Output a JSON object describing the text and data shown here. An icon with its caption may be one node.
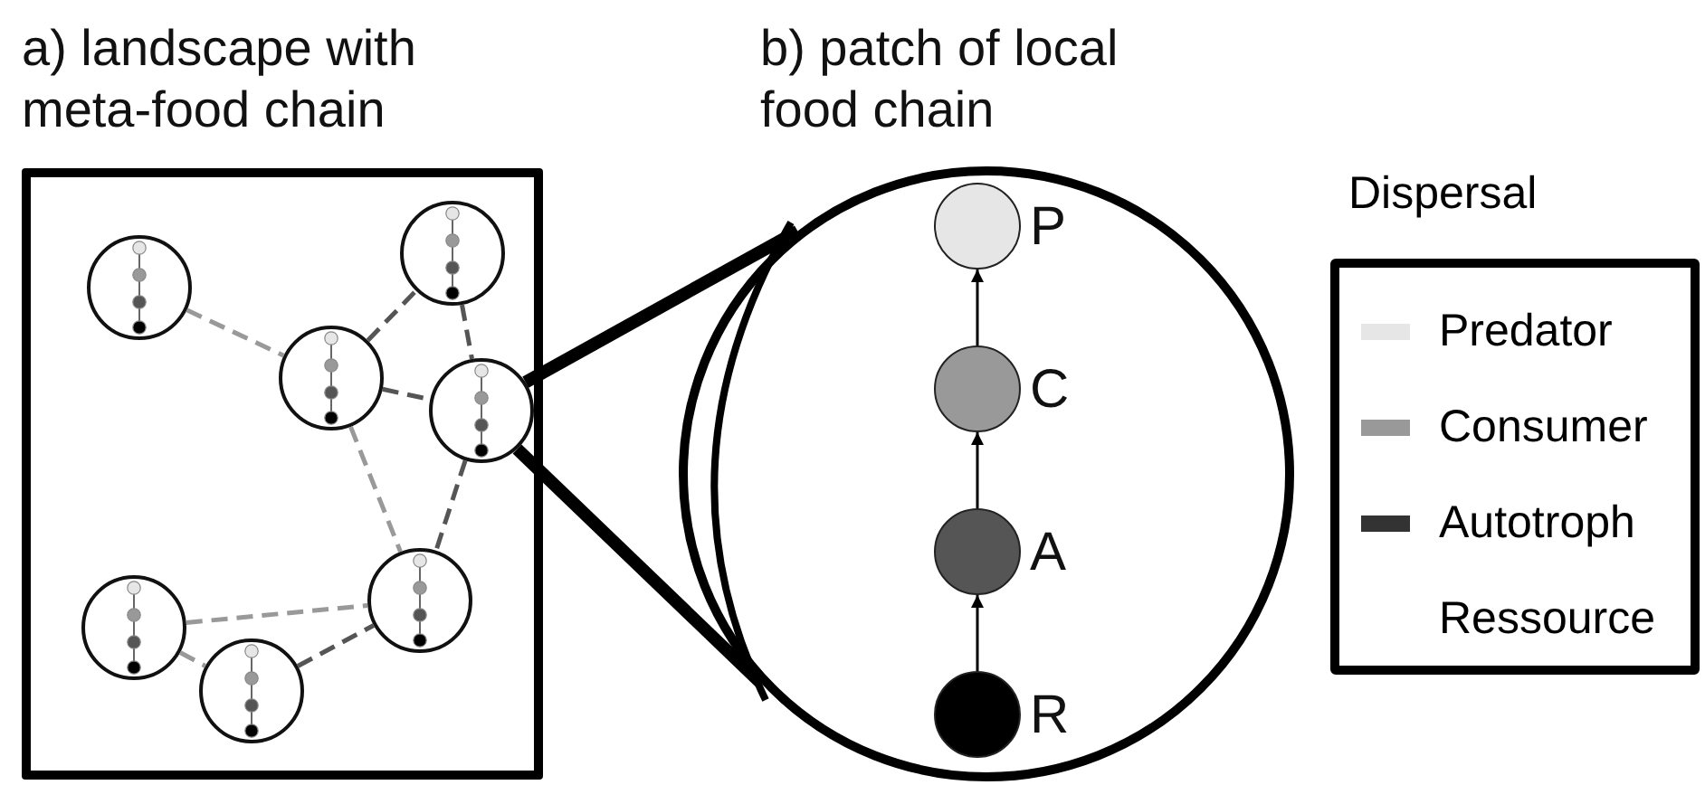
{
  "diagram": {
    "nodes": [
      {
        "text": [
          "a) landscape with meta-food chain"
        ]
      },
      {
        "text": [],
        "shape": "circle",
        "in": 0
      },
      {
        "text": [],
        "shape": "circle",
        "in": 0
      },
      {
        "text": [],
        "shape": "circle",
        "in": 0
      },
      {
        "text": [],
        "shape": "circle",
        "in": 0
      },
      {
        "text": [],
        "shape": "circle",
        "in": 0
      },
      {
        "text": [],
        "shape": "circle",
        "in": 0
      },
      {
        "text": [],
        "shape": "circle",
        "in": 0
      },
      {
        "text": [
          "b) patch of local food chain"
        ]
      },
      {
        "text": [
          "P"
        ],
        "in": 8
      },
      {
        "text": [
          "C"
        ],
        "in": 8
      },
      {
        "text": [
          "A"
        ],
        "in": 8
      },
      {
        "text": [
          "R"
        ],
        "in": 8
      }
    ],
    "edges": [
      {
        "from": 1,
        "to": 3,
        "arrow": "none",
        "style": "dashed"
      },
      {
        "from": 3,
        "to": 2,
        "arrow": "none",
        "style": "dashed",
        "color": "#555555"
      },
      {
        "from": 2,
        "to": 4,
        "arrow": "none",
        "style": "dashed",
        "color": "#555555"
      },
      {
        "from": 3,
        "to": 4,
        "arrow": "none",
        "style": "dashed",
        "color": "#555555"
      },
      {
        "from": 3,
        "to": 5,
        "arrow": "none",
        "style": "dashed"
      },
      {
        "from": 4,
        "to": 5,
        "arrow": "none",
        "style": "dashed",
        "color": "#555555"
      },
      {
        "from": 6,
        "to": 5,
        "arrow": "none",
        "style": "dashed"
      },
      {
        "from": 6,
        "to": 7,
        "arrow": "none",
        "style": "dashed"
      },
      {
        "from": 7,
        "to": 5,
        "arrow": "none",
        "style": "dashed",
        "color": "#555555"
      },
      {
        "from": 4,
        "to": 8,
        "arrow": "none",
        "style": "thick",
        "color": "#000000"
      },
      {
        "from": 4,
        "to": 8,
        "arrow": "none",
        "style": "thick",
        "color": "#000000"
      },
      {
        "from": 12,
        "to": 11,
        "arrow": "to",
        "color": "#000000"
      },
      {
        "from": 11,
        "to": 10,
        "arrow": "to",
        "color": "#000000"
      },
      {
        "from": 10,
        "to": 9,
        "arrow": "to",
        "color": "#000000"
      }
    ],
    "labels": [
      "Dispersal"
    ],
    "legend": [
      {
        "text": "Predator",
        "color": "#e6e6e6"
      },
      {
        "text": "Consumer",
        "color": "#999999"
      },
      {
        "text": "Autotroph",
        "color": "#333333"
      },
      {
        "text": "Ressource"
      }
    ]
  }
}
